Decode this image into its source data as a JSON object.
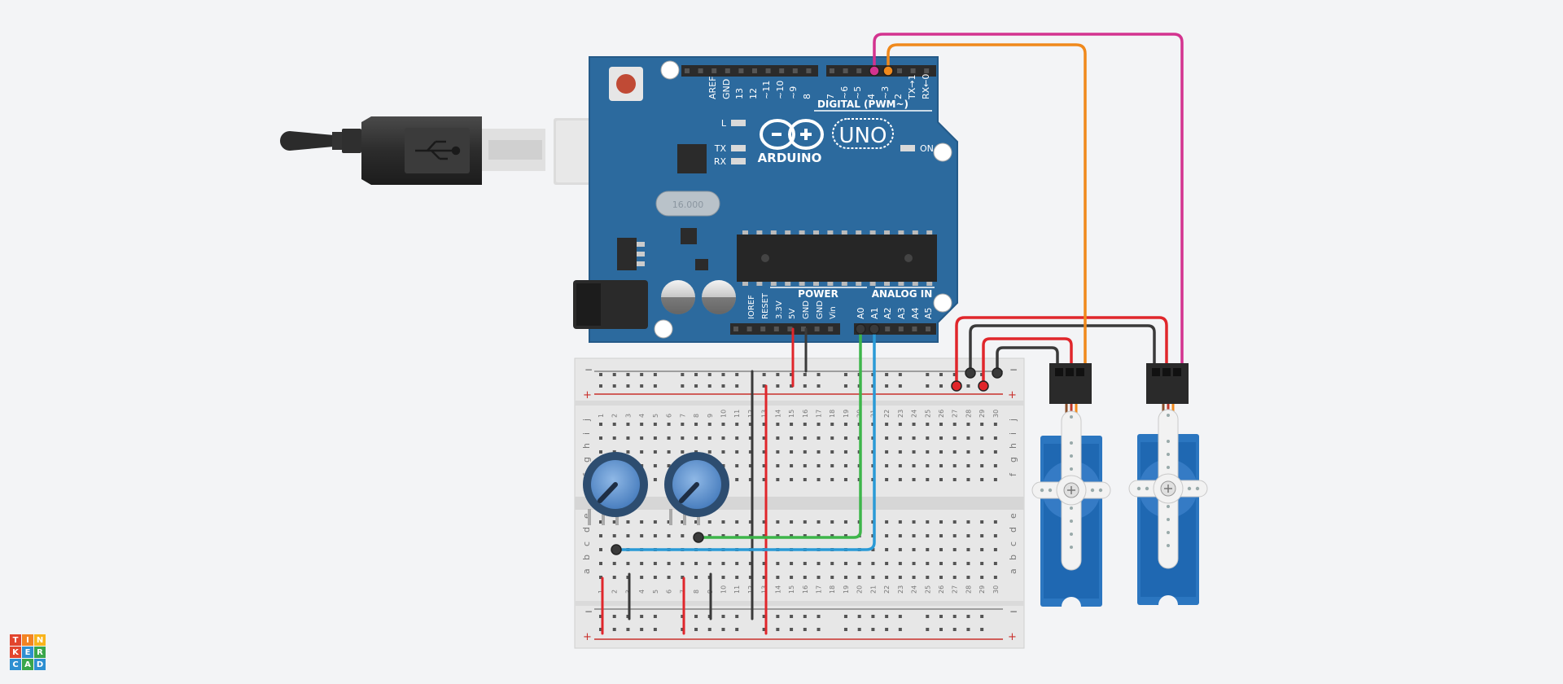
{
  "app": {
    "name": "Tinkercad",
    "logo_letters": [
      "T",
      "I",
      "N",
      "K",
      "E",
      "R",
      "C",
      "A",
      "D"
    ],
    "logo_colors": [
      "#e2452e",
      "#f38423",
      "#f9b41c",
      "#e2452e",
      "#2e8fd1",
      "#3aa64b",
      "#2e8fd1",
      "#3aa64b",
      "#2e8fd1"
    ]
  },
  "arduino": {
    "brand": "ARDUINO",
    "model": "UNO",
    "digital_header_label": "DIGITAL (PWM~)",
    "digital_pins": [
      "AREF",
      "GND",
      "13",
      "12",
      "~11",
      "~10",
      "~9",
      "8",
      "7",
      "~6",
      "~5",
      "4",
      "~3",
      "2",
      "TX→1",
      "RX←0"
    ],
    "power_header_label": "POWER",
    "power_pins": [
      "IOREF",
      "RESET",
      "3.3V",
      "5V",
      "GND",
      "GND",
      "Vin"
    ],
    "analog_header_label": "ANALOG IN",
    "analog_pins": [
      "A0",
      "A1",
      "A2",
      "A3",
      "A4",
      "A5"
    ],
    "led_labels": {
      "l": "L",
      "tx": "TX",
      "rx": "RX",
      "on": "ON"
    },
    "crystal_label": "16.000"
  },
  "breadboard": {
    "rail_minus": "−",
    "rail_plus": "+",
    "column_numbers": [
      "1",
      "2",
      "3",
      "4",
      "5",
      "6",
      "7",
      "8",
      "9",
      "10",
      "11",
      "12",
      "13",
      "14",
      "15",
      "16",
      "17",
      "18",
      "19",
      "20",
      "21",
      "22",
      "23",
      "24",
      "25",
      "26",
      "27",
      "28",
      "29",
      "30"
    ],
    "rows_top": [
      "j",
      "i",
      "h",
      "g",
      "f"
    ],
    "rows_bottom": [
      "e",
      "d",
      "c",
      "b",
      "a"
    ]
  },
  "wire_colors": {
    "red": "#e0262b",
    "black": "#3a3a3a",
    "green": "#3db54a",
    "blue": "#2a9ad6",
    "orange": "#f0891c",
    "magenta": "#d3338f"
  }
}
